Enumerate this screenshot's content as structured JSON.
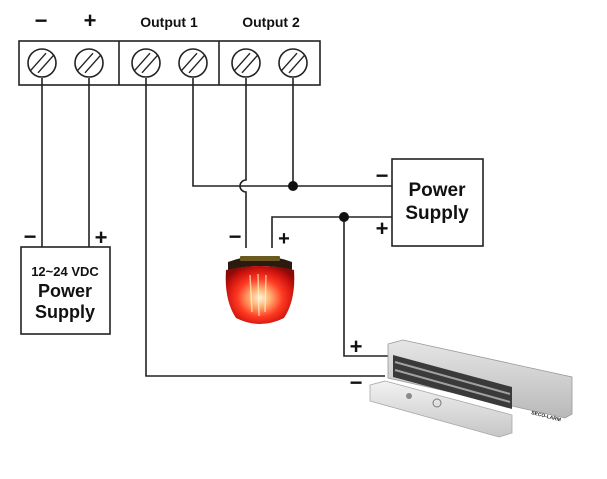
{
  "terminal_block": {
    "header_labels": {
      "minus": "−",
      "plus": "+",
      "output1": "Output 1",
      "output2": "Output 2"
    },
    "terminal_count": 6,
    "screw_icon": "screw-terminal-icon"
  },
  "left_power_supply": {
    "line1": "12~24 VDC",
    "line2": "Power",
    "line3": "Supply",
    "minus_label": "−",
    "plus_label": "+"
  },
  "right_power_supply": {
    "line1": "Power",
    "line2": "Supply",
    "minus_label": "−",
    "plus_label": "+"
  },
  "strobe_light": {
    "icon": "red-strobe-light-icon",
    "minus_label": "−",
    "plus_label": "+",
    "color": "#e0201a"
  },
  "mag_lock": {
    "icon": "magnetic-lock-icon",
    "brand_text": "SECO-LARM",
    "minus_label": "−",
    "plus_label": "+"
  }
}
